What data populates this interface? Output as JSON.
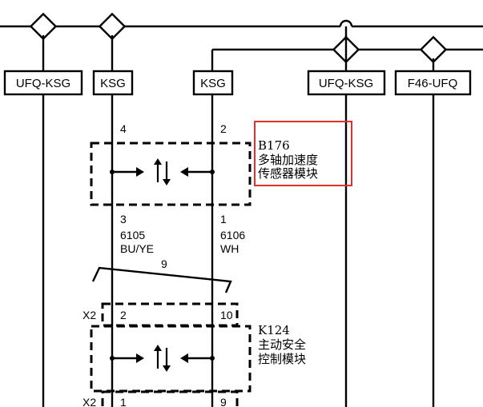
{
  "connectors": [
    {
      "id": "c1",
      "label": "UFQ-KSG"
    },
    {
      "id": "c2",
      "label": "KSG"
    },
    {
      "id": "c3",
      "label": "KSG"
    },
    {
      "id": "c4",
      "label": "UFQ-KSG"
    },
    {
      "id": "c5",
      "label": "F46-UFQ"
    }
  ],
  "sensor": {
    "code": "B176",
    "name_line1": "多轴加速度",
    "name_line2": "传感器模块",
    "pin_top_left": "4",
    "pin_top_right": "2",
    "pin_bottom_left": "3",
    "pin_bottom_right": "1",
    "highlight_color": "#e03030"
  },
  "wires": {
    "left_id": "6105",
    "left_color": "BU/YE",
    "right_id": "6106",
    "right_color": "WH",
    "twist_label": "9"
  },
  "controller": {
    "code": "K124",
    "name_line1": "主动安全",
    "name_line2": "控制模块",
    "connector_top": "X2",
    "connector_bottom": "X2",
    "pin_top_left": "2",
    "pin_top_right": "10",
    "pin_bottom_left": "1",
    "pin_bottom_right": "9"
  },
  "colors": {
    "line": "#000000",
    "background": "#ffffff"
  }
}
